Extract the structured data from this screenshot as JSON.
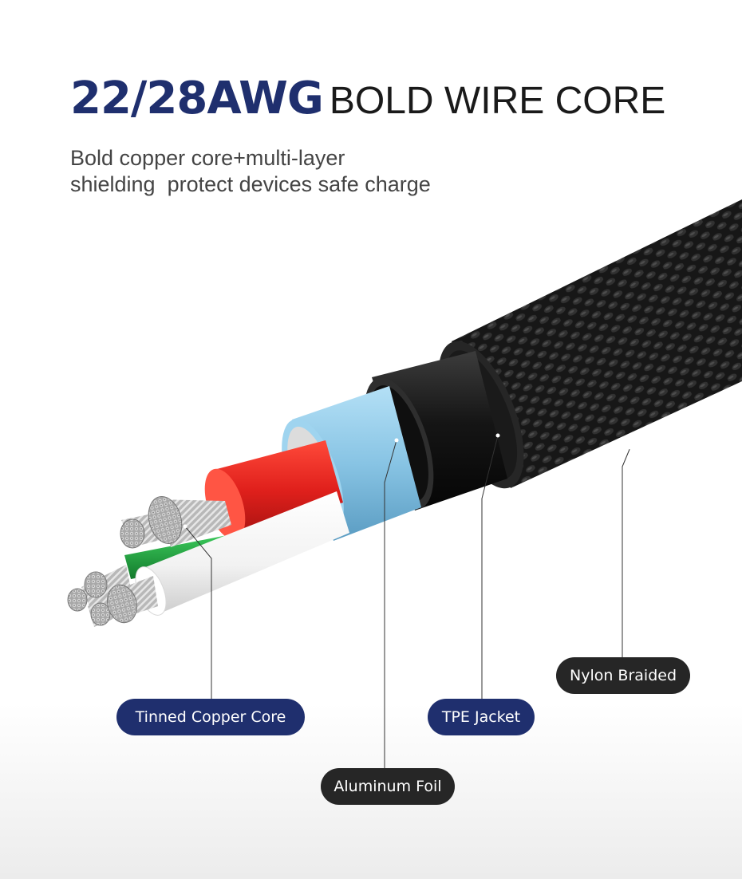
{
  "headline": {
    "accent": "22/28AWG",
    "rest": "BOLD WIRE CORE"
  },
  "subtitle": {
    "line1": "Bold copper core+multi-layer",
    "line2": "shielding  protect devices safe charge"
  },
  "callouts": {
    "tinned_copper_core": "Tinned Copper Core",
    "aluminum_foil": "Aluminum Foil",
    "tpe_jacket": "TPE Jacket",
    "nylon_braided": "Nylon Braided"
  },
  "colors": {
    "headline_accent": "#1f2f6e",
    "callout_navy": "#1f2f6e",
    "callout_dark": "#262626",
    "foil_blue": "#8cc8e8",
    "wire_red": "#e0201c",
    "wire_green": "#1a9a3a",
    "braid_black": "#1c1c1c"
  }
}
